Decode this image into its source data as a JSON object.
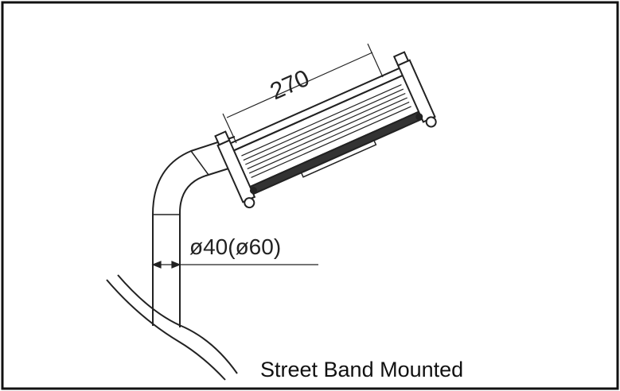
{
  "drawing": {
    "length_dimension": "270",
    "diameter_dimension": "ø40(ø60)",
    "caption": "Street Band Mounted"
  }
}
